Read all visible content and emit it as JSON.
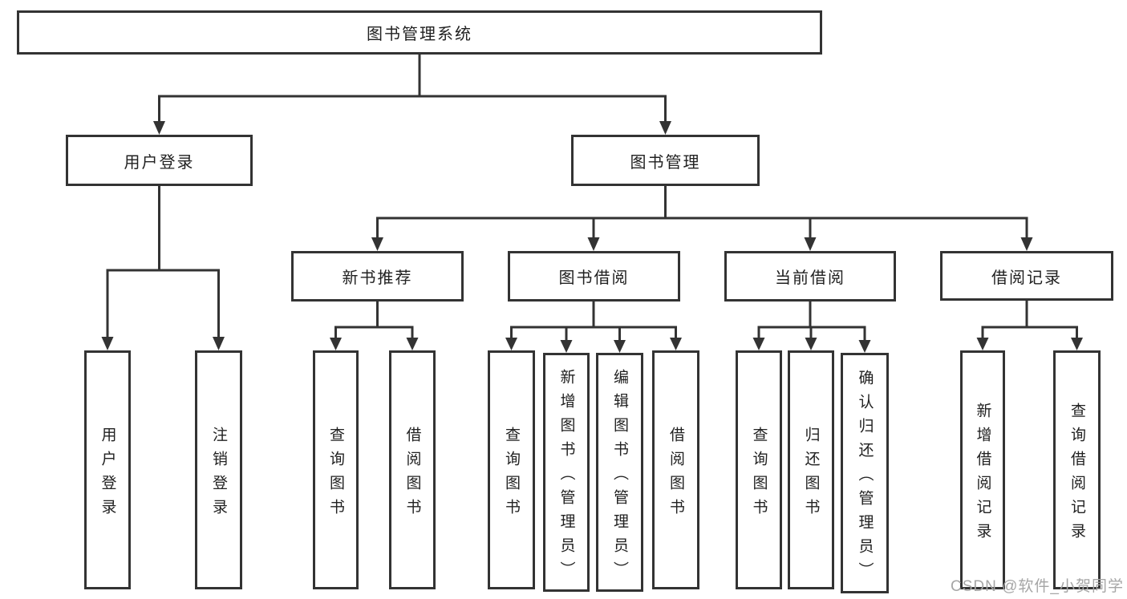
{
  "diagram": {
    "title": "图书管理系统",
    "nodes": {
      "root": {
        "label": "图书管理系统"
      },
      "user_login_branch": {
        "label": "用户登录"
      },
      "book_management": {
        "label": "图书管理"
      },
      "user_login": {
        "label": "用户登录"
      },
      "logout": {
        "label": "注销登录"
      },
      "new_book_recommend": {
        "label": "新书推荐"
      },
      "book_borrowing": {
        "label": "图书借阅"
      },
      "current_borrowing": {
        "label": "当前借阅"
      },
      "borrowing_records": {
        "label": "借阅记录"
      },
      "nb_query_books": {
        "label": "查询图书"
      },
      "nb_borrow_books": {
        "label": "借阅图书"
      },
      "bb_query_books": {
        "label": "查询图书"
      },
      "bb_add_books": {
        "label": "新增图书（管理员）"
      },
      "bb_edit_books": {
        "label": "编辑图书（管理员）"
      },
      "bb_borrow_books": {
        "label": "借阅图书"
      },
      "cb_query_books": {
        "label": "查询图书"
      },
      "cb_return_books": {
        "label": "归还图书"
      },
      "cb_confirm_return": {
        "label": "确认归还（管理员）"
      },
      "br_add_record": {
        "label": "新增借阅记录"
      },
      "br_query_record": {
        "label": "查询借阅记录"
      }
    },
    "hierarchy": {
      "图书管理系统": {
        "用户登录": [
          "用户登录",
          "注销登录"
        ],
        "图书管理": {
          "新书推荐": [
            "查询图书",
            "借阅图书"
          ],
          "图书借阅": [
            "查询图书",
            "新增图书（管理员）",
            "编辑图书（管理员）",
            "借阅图书"
          ],
          "当前借阅": [
            "查询图书",
            "归还图书",
            "确认归还（管理员）"
          ],
          "借阅记录": [
            "新增借阅记录",
            "查询借阅记录"
          ]
        }
      }
    },
    "colors": {
      "line": "#333333",
      "text": "#212121",
      "background": "#ffffff",
      "watermark": "#a6a6a6"
    },
    "watermark": "CSDN @软件_小贺同学"
  }
}
